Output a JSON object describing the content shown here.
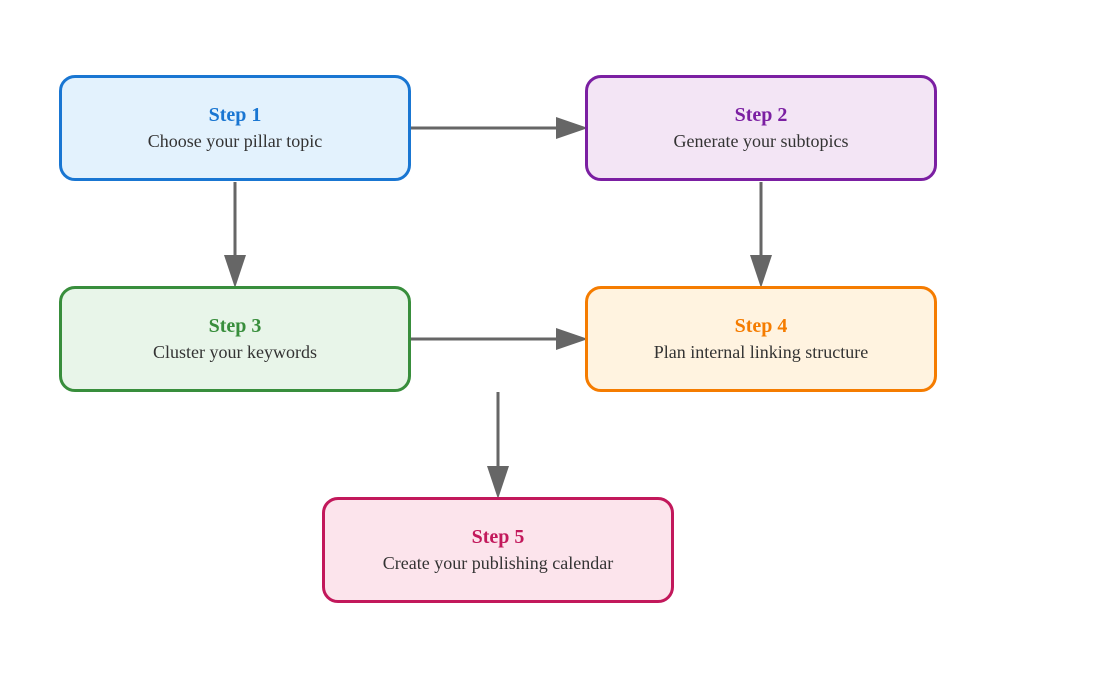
{
  "diagram": {
    "arrow_color": "#666666",
    "steps": [
      {
        "id": "step-1",
        "title": "Step 1",
        "description": "Choose your pillar topic",
        "border_color": "#1976d2",
        "fill_color": "#e3f2fd",
        "title_color": "#1976d2"
      },
      {
        "id": "step-2",
        "title": "Step 2",
        "description": "Generate your subtopics",
        "border_color": "#7b1fa2",
        "fill_color": "#f3e5f5",
        "title_color": "#7b1fa2"
      },
      {
        "id": "step-3",
        "title": "Step 3",
        "description": "Cluster your keywords",
        "border_color": "#388e3c",
        "fill_color": "#e8f5e9",
        "title_color": "#388e3c"
      },
      {
        "id": "step-4",
        "title": "Step 4",
        "description": "Plan internal linking structure",
        "border_color": "#f57c00",
        "fill_color": "#fff3e0",
        "title_color": "#f57c00"
      },
      {
        "id": "step-5",
        "title": "Step 5",
        "description": "Create your publishing calendar",
        "border_color": "#c2185b",
        "fill_color": "#fce4ec",
        "title_color": "#c2185b"
      }
    ],
    "connections": [
      {
        "from": "step-1",
        "to": "step-2"
      },
      {
        "from": "step-1",
        "to": "step-3"
      },
      {
        "from": "step-2",
        "to": "step-4"
      },
      {
        "from": "step-3",
        "to": "step-4"
      },
      {
        "from": "step-3",
        "to": "step-5"
      }
    ]
  }
}
